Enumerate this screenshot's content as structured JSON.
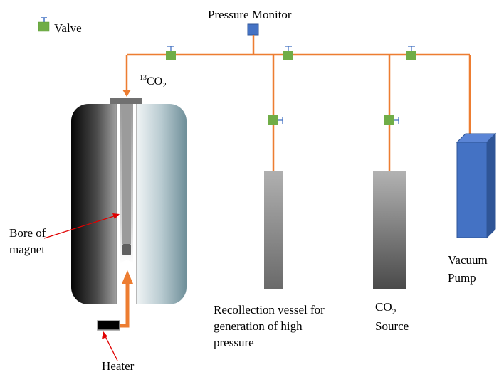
{
  "legend": {
    "valve_label": "Valve"
  },
  "labels": {
    "pressure_monitor": "Pressure Monitor",
    "isotope_superscript": "13",
    "gas_co": "CO",
    "gas_subscript": "2",
    "bore_line1": "Bore of",
    "bore_line2": "magnet",
    "heater": "Heater",
    "recollection_line1": "Recollection vessel for",
    "recollection_line2": "generation of high",
    "recollection_line3": "pressure",
    "co2_source_co": "CO",
    "co2_source_sub": "2",
    "co2_source_line2": "Source",
    "vacuum_line1": "Vacuum",
    "vacuum_line2": "Pump"
  },
  "colors": {
    "pipe": "#ED7D31",
    "valve": "#70AD47",
    "monitor": "#4472C4",
    "pump": "#4472C4",
    "arrow_red": "#E00000"
  }
}
